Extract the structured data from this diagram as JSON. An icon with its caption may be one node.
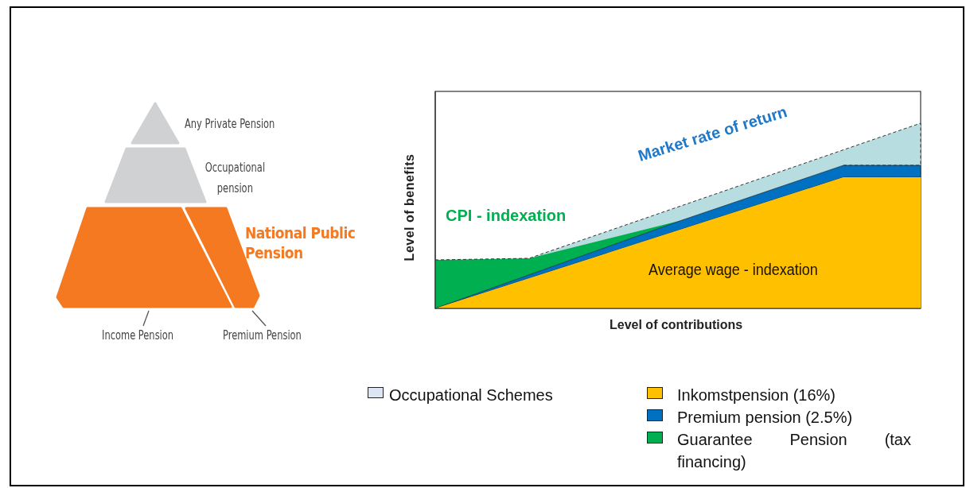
{
  "diagram": {
    "nodes": [
      {
        "text": [],
        "shape": "triangle",
        "beside": [
          "Any Private Pension"
        ]
      },
      {
        "text": [],
        "shape": "trapezoid",
        "beside": [
          "Occupational pension"
        ]
      },
      {
        "text": [],
        "shape": "trapezoid"
      },
      {
        "text": [],
        "shape": "trapezoid"
      },
      {
        "text": [
          "Income Pension"
        ]
      },
      {
        "text": [
          "Premium Pension"
        ]
      }
    ],
    "edges": [
      {
        "from": 4,
        "to": 2,
        "arrow": "none"
      },
      {
        "from": 5,
        "to": 3,
        "arrow": "none"
      }
    ],
    "labels": [
      "National Public Pension",
      "Market rate of return",
      "CPI - indexation",
      "Level of benefits",
      "Average wage - indexation",
      "Level of contributions"
    ],
    "legend": [
      {
        "text": "Occupational Schemes",
        "color": "#dce6f2"
      },
      {
        "text": "Inkomstpension (16%)",
        "color": "#ffc000"
      },
      {
        "text": "Premium pension (2.5%)",
        "color": "#0070c0"
      },
      {
        "text": "Guarantee Pension (tax financing)",
        "color": "#00b050"
      }
    ]
  }
}
